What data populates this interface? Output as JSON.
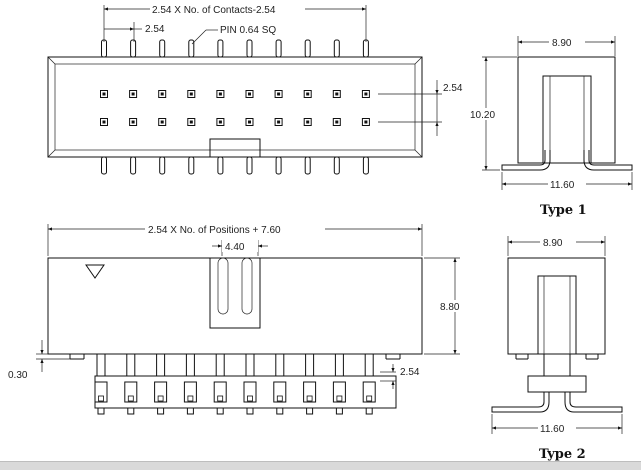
{
  "dimensions": {
    "pitch_header": "2.54 X No. of Contacts-2.54",
    "pitch": "2.54",
    "pin_spec": "PIN 0.64 SQ",
    "row_spacing": "2.54",
    "positions_length": "2.54 X No. of Positions + 7.60",
    "key_width": "4.40",
    "body_height": "8.80",
    "standoff": "0.30",
    "pin_pitch_bottom": "2.54",
    "type1_width": "8.90",
    "type1_height": "10.20",
    "type1_foot": "11.60",
    "type2_width": "8.90",
    "type2_foot": "11.60"
  },
  "captions": {
    "type1": "Type 1",
    "type2": "Type 2"
  }
}
